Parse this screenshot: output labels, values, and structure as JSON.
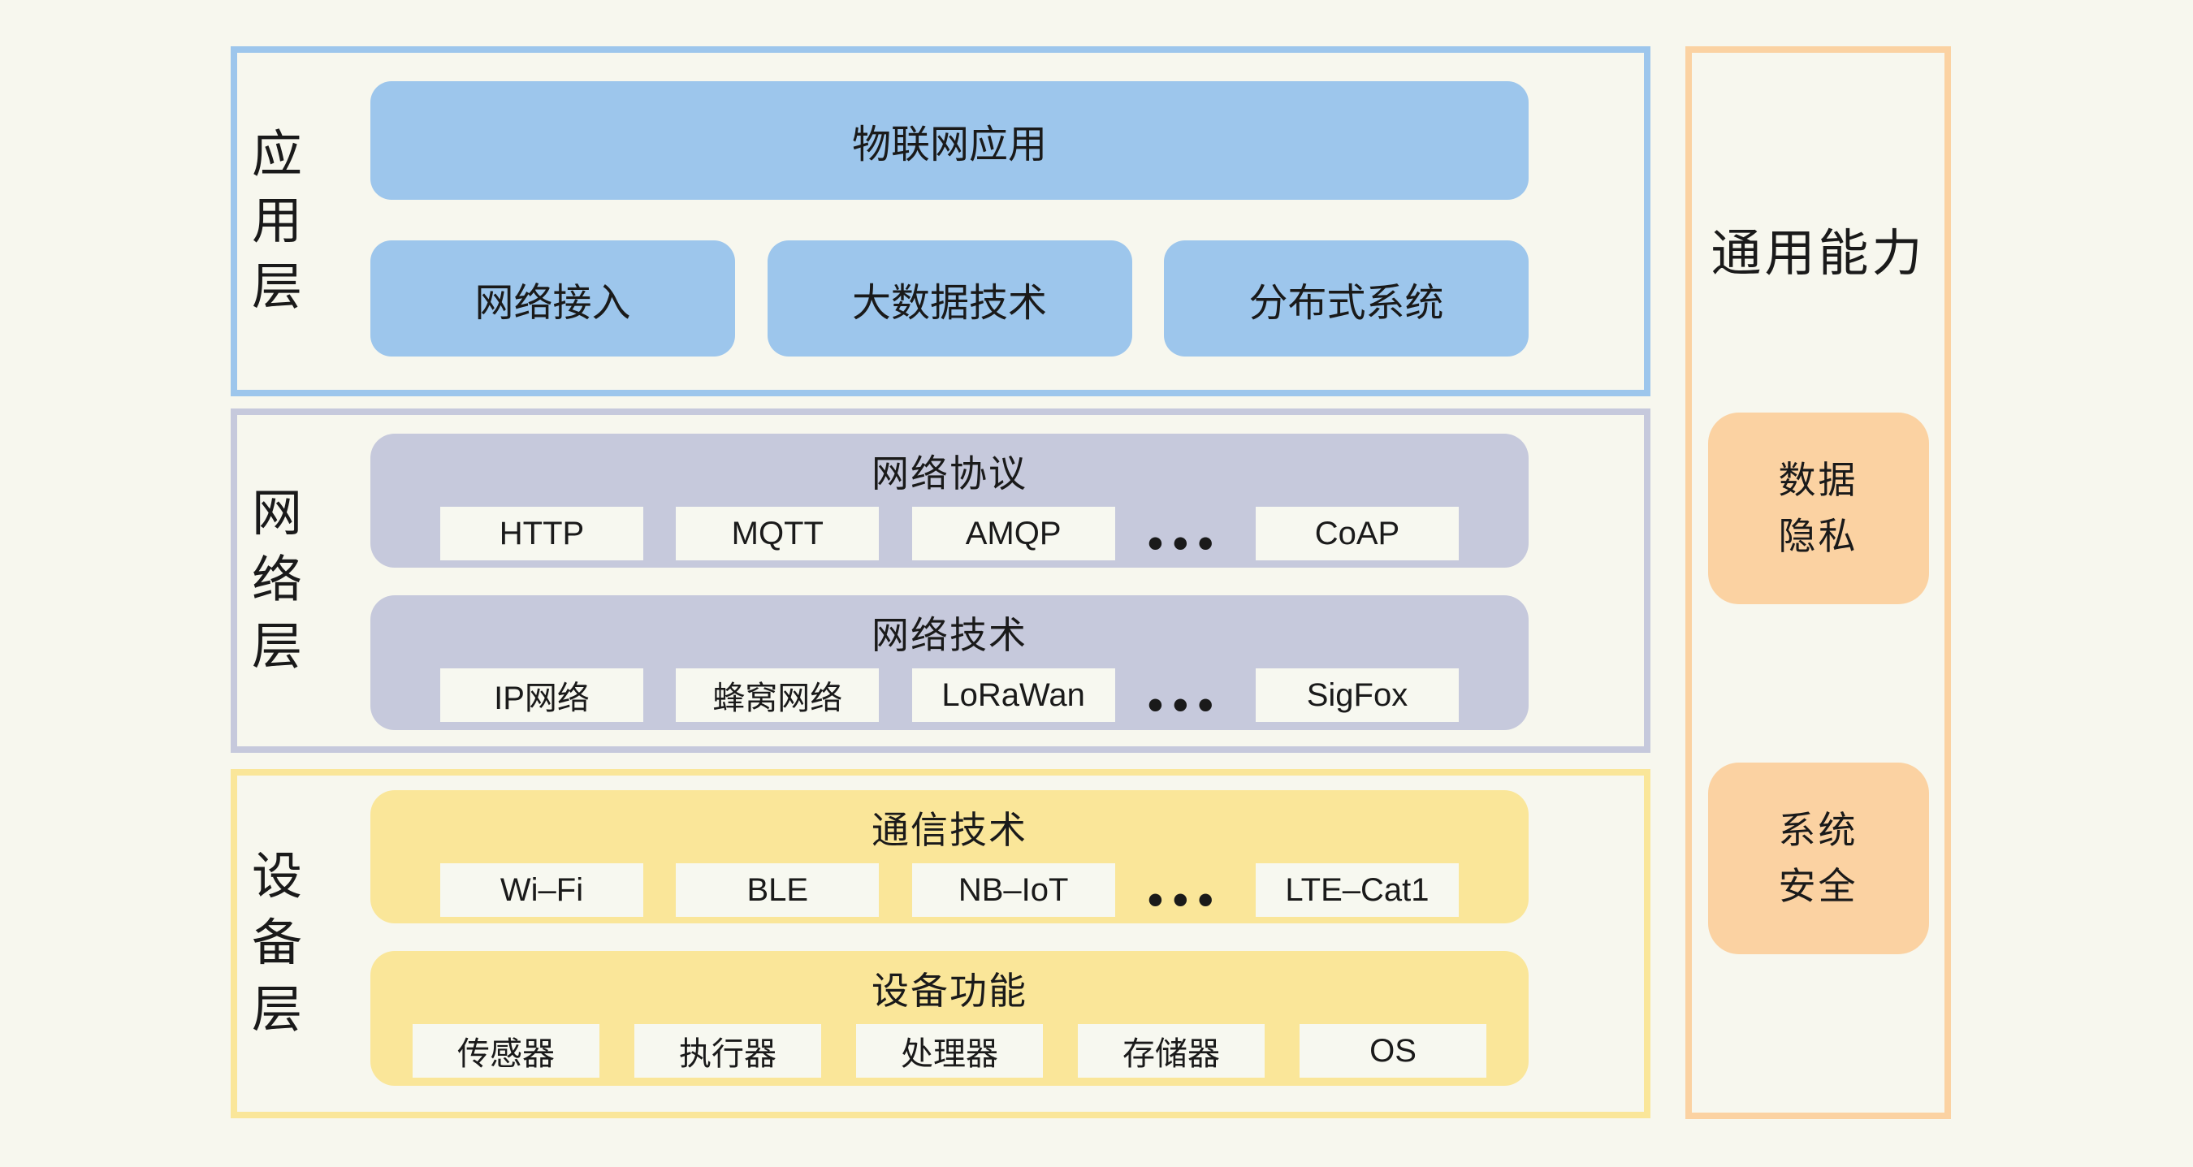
{
  "colors": {
    "background": "#F7F7EE",
    "text": "#1A1A1A",
    "application_accent": "#9DC6EC",
    "network_accent": "#C6C9DC",
    "device_accent": "#FAE699",
    "capability_accent": "#FBD2A2",
    "chip_background": "#F7F8F0"
  },
  "app_layer": {
    "label": "应用层",
    "main_box": "物联网应用",
    "boxes": [
      "网络接入",
      "大数据技术",
      "分布式系统"
    ]
  },
  "network_layer": {
    "label": "网络层",
    "groups": [
      {
        "title": "网络协议",
        "chips": [
          "HTTP",
          "MQTT",
          "AMQP",
          "CoAP"
        ],
        "ellipsis": "•••"
      },
      {
        "title": "网络技术",
        "chips": [
          "IP网络",
          "蜂窝网络",
          "LoRaWan",
          "SigFox"
        ],
        "ellipsis": "•••"
      }
    ]
  },
  "device_layer": {
    "label": "设备层",
    "groups": [
      {
        "title": "通信技术",
        "chips": [
          "Wi–Fi",
          "BLE",
          "NB–IoT",
          "LTE–Cat1"
        ],
        "ellipsis": "•••"
      },
      {
        "title": "设备功能",
        "chips": [
          "传感器",
          "执行器",
          "处理器",
          "存储器",
          "OS"
        ]
      }
    ]
  },
  "capabilities": {
    "title": "通用能力",
    "boxes": [
      {
        "lines": [
          "数据",
          "隐私"
        ]
      },
      {
        "lines": [
          "系统",
          "安全"
        ]
      }
    ]
  }
}
